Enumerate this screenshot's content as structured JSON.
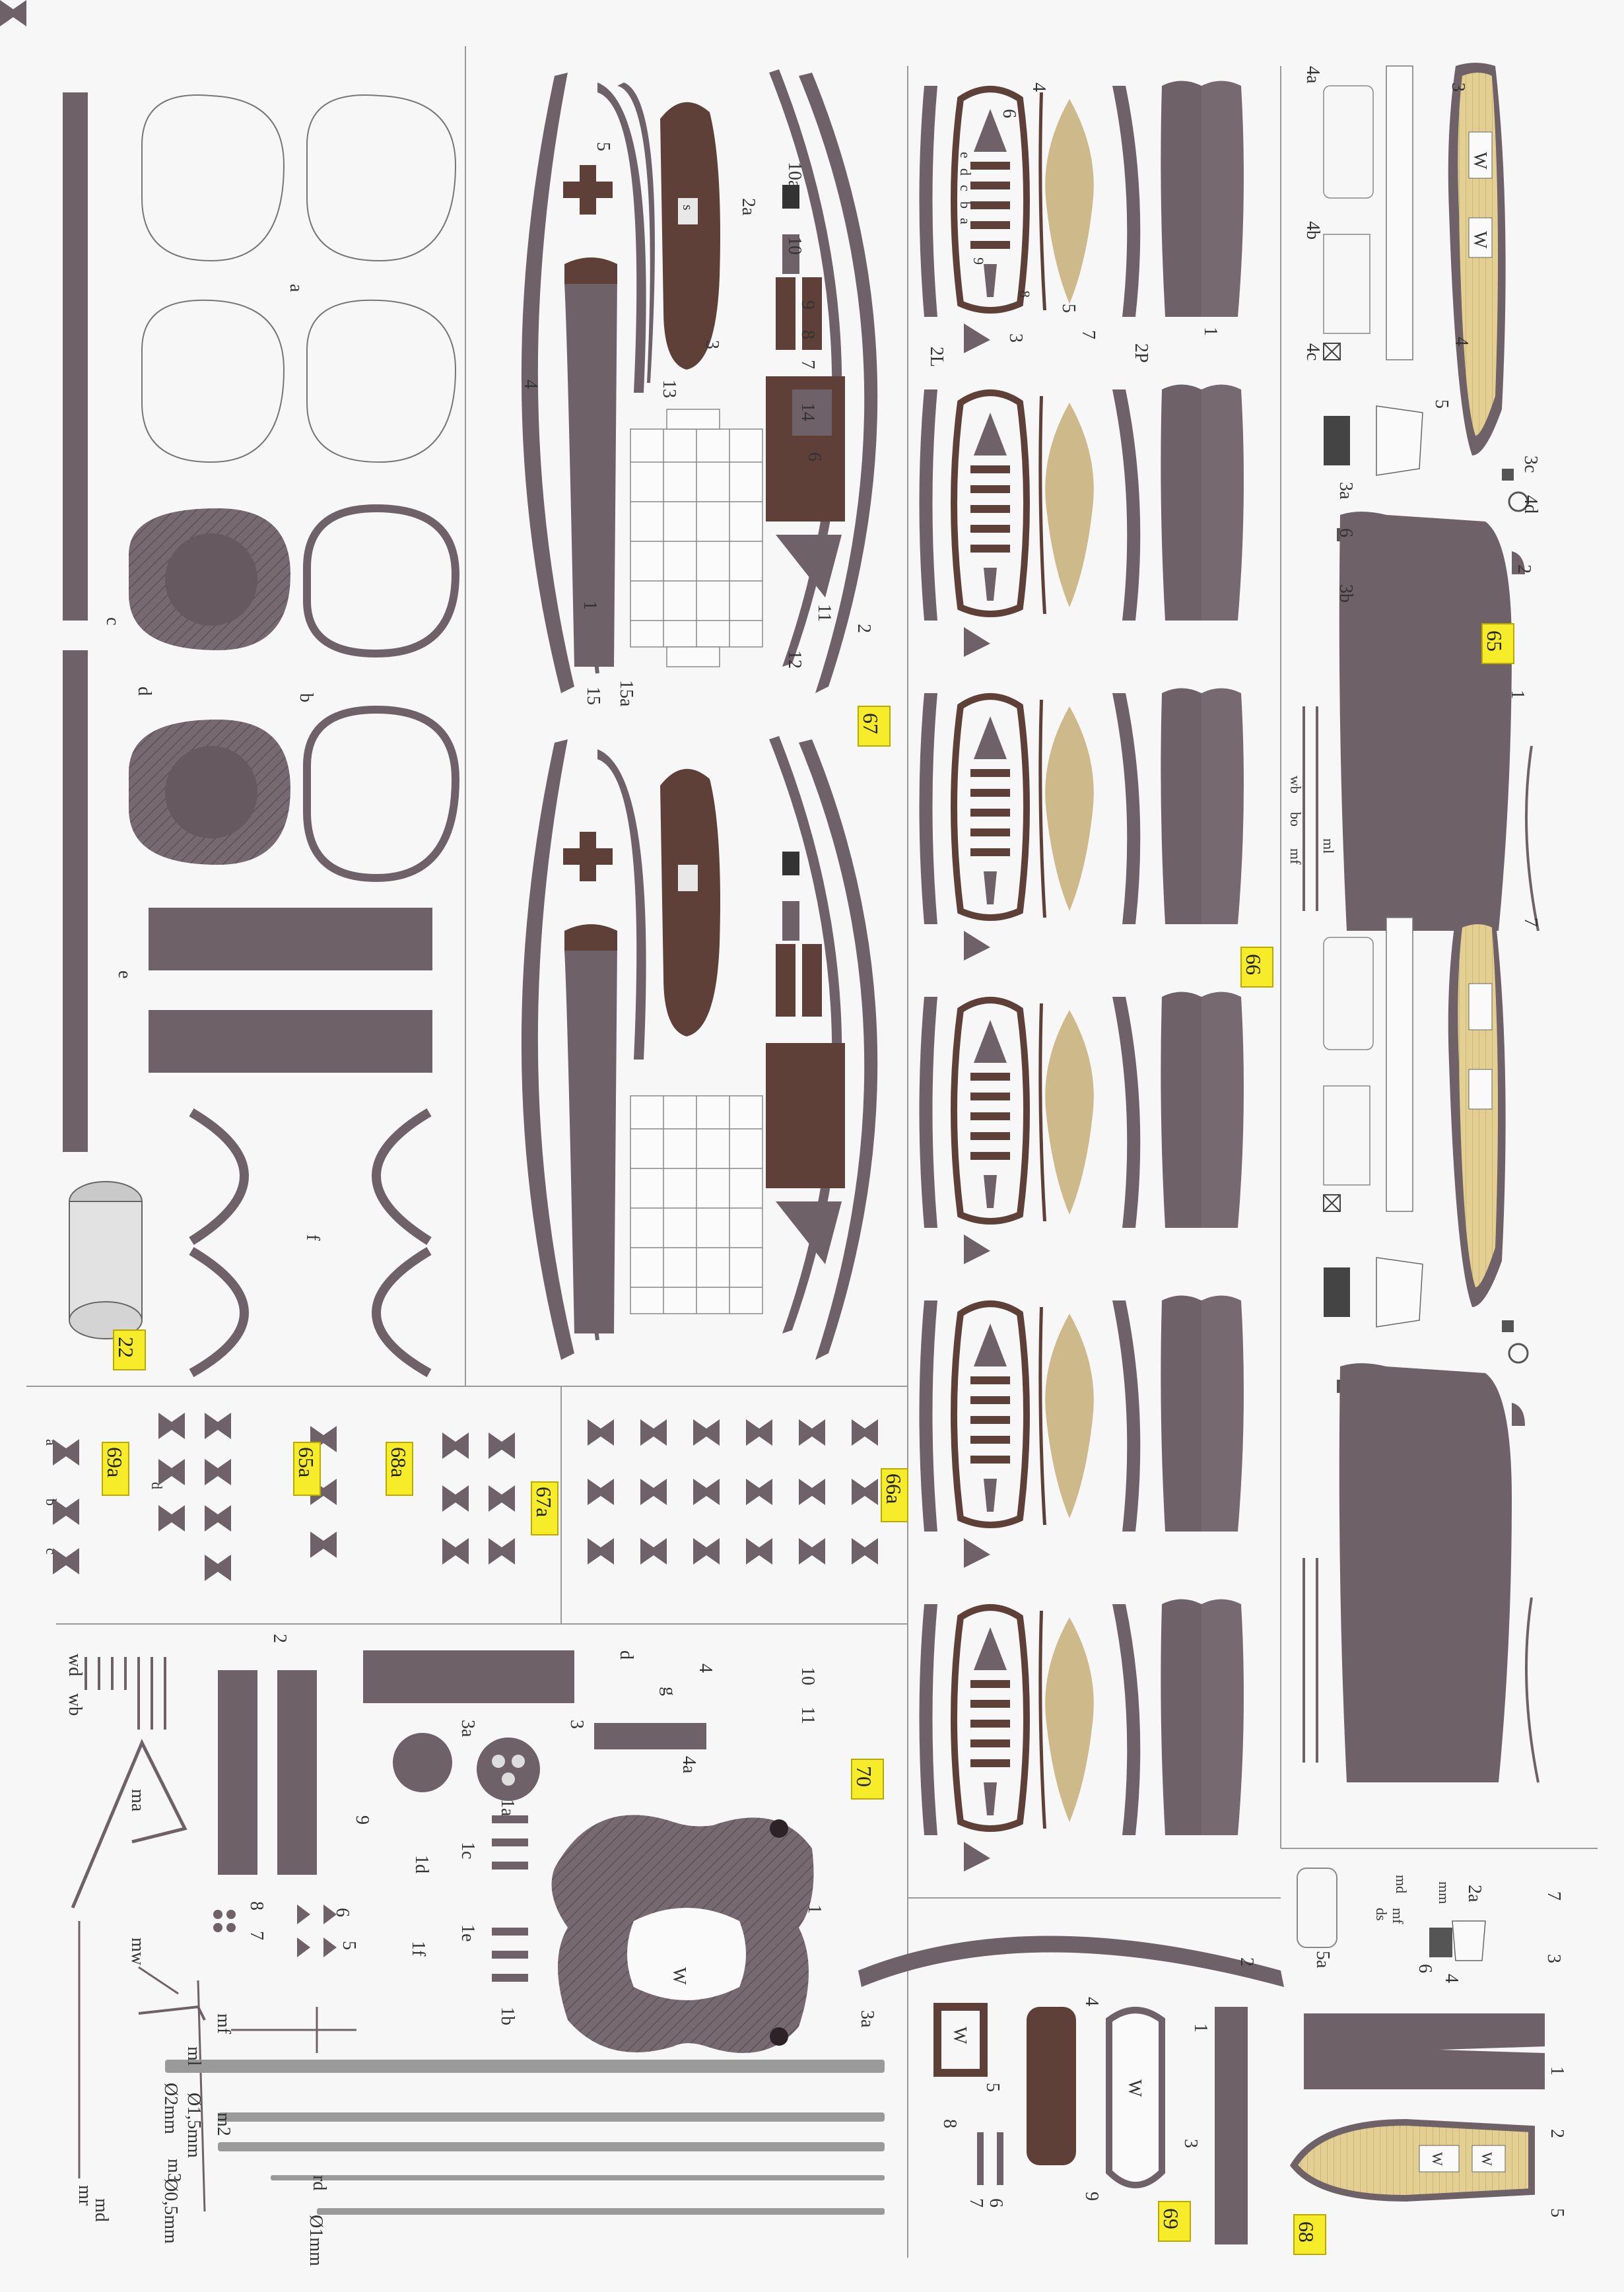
{
  "sheets": [
    {
      "id": "22",
      "number": "22"
    },
    {
      "id": "67",
      "number": "67"
    },
    {
      "id": "67b",
      "number": "67"
    },
    {
      "id": "66",
      "number": "66"
    },
    {
      "id": "65",
      "number": "65"
    },
    {
      "id": "70",
      "number": "70"
    },
    {
      "id": "69",
      "number": "69"
    },
    {
      "id": "68",
      "number": "68"
    },
    {
      "id": "69a",
      "number": "69a"
    },
    {
      "id": "65a",
      "number": "65a"
    },
    {
      "id": "68a",
      "number": "68a"
    },
    {
      "id": "67a",
      "number": "67a"
    },
    {
      "id": "66a",
      "number": "66a"
    }
  ],
  "labels": {
    "sheet22": [
      "a",
      "b",
      "c",
      "d",
      "e",
      "f"
    ],
    "sheet67": [
      "1",
      "2",
      "2a",
      "3",
      "4",
      "5",
      "6",
      "7",
      "8",
      "9",
      "10",
      "10a",
      "11",
      "12",
      "13",
      "14",
      "15",
      "15a",
      "s"
    ],
    "sheet66": [
      "1",
      "2L",
      "2P",
      "3",
      "4",
      "5",
      "6",
      "7",
      "8",
      "9",
      "a",
      "b",
      "c",
      "d",
      "e"
    ],
    "sheet65": [
      "1",
      "2",
      "3",
      "3a",
      "3b",
      "3c",
      "4",
      "4a",
      "4b",
      "4c",
      "4d",
      "5",
      "6",
      "7",
      "W",
      "wb",
      "bo",
      "mf",
      "ml"
    ],
    "sheet70": [
      "1",
      "1a",
      "1b",
      "1c",
      "1d",
      "1e",
      "1f",
      "2",
      "3",
      "3a",
      "4",
      "4a",
      "5",
      "6",
      "7",
      "8",
      "9",
      "10",
      "11",
      "d",
      "g",
      "W",
      "wd",
      "wb",
      "ma",
      "mw",
      "mf",
      "ml",
      "m2",
      "m3",
      "mr",
      "md",
      "rd"
    ],
    "sheet70_diameters": [
      "Ø2mm",
      "Ø1,5mm",
      "Ø0,5mm",
      "Ø1mm"
    ],
    "sheet69": [
      "1",
      "2",
      "3",
      "4",
      "5",
      "6",
      "7",
      "8",
      "9",
      "W"
    ],
    "sheet68": [
      "1",
      "2",
      "2a",
      "3",
      "4",
      "5",
      "5a",
      "6",
      "7",
      "ds",
      "md",
      "mf",
      "mm",
      "W"
    ],
    "small": [
      "a",
      "b",
      "c",
      "d"
    ]
  },
  "colors": {
    "grey_part": "#6f6168",
    "brown_part": "#5e4038",
    "deck_tan": "#cdb98a",
    "deck_yellow": "#e9d89a",
    "badge": "#f6ec2a",
    "line": "#8a8a8a",
    "background": "#f7f7f7"
  }
}
